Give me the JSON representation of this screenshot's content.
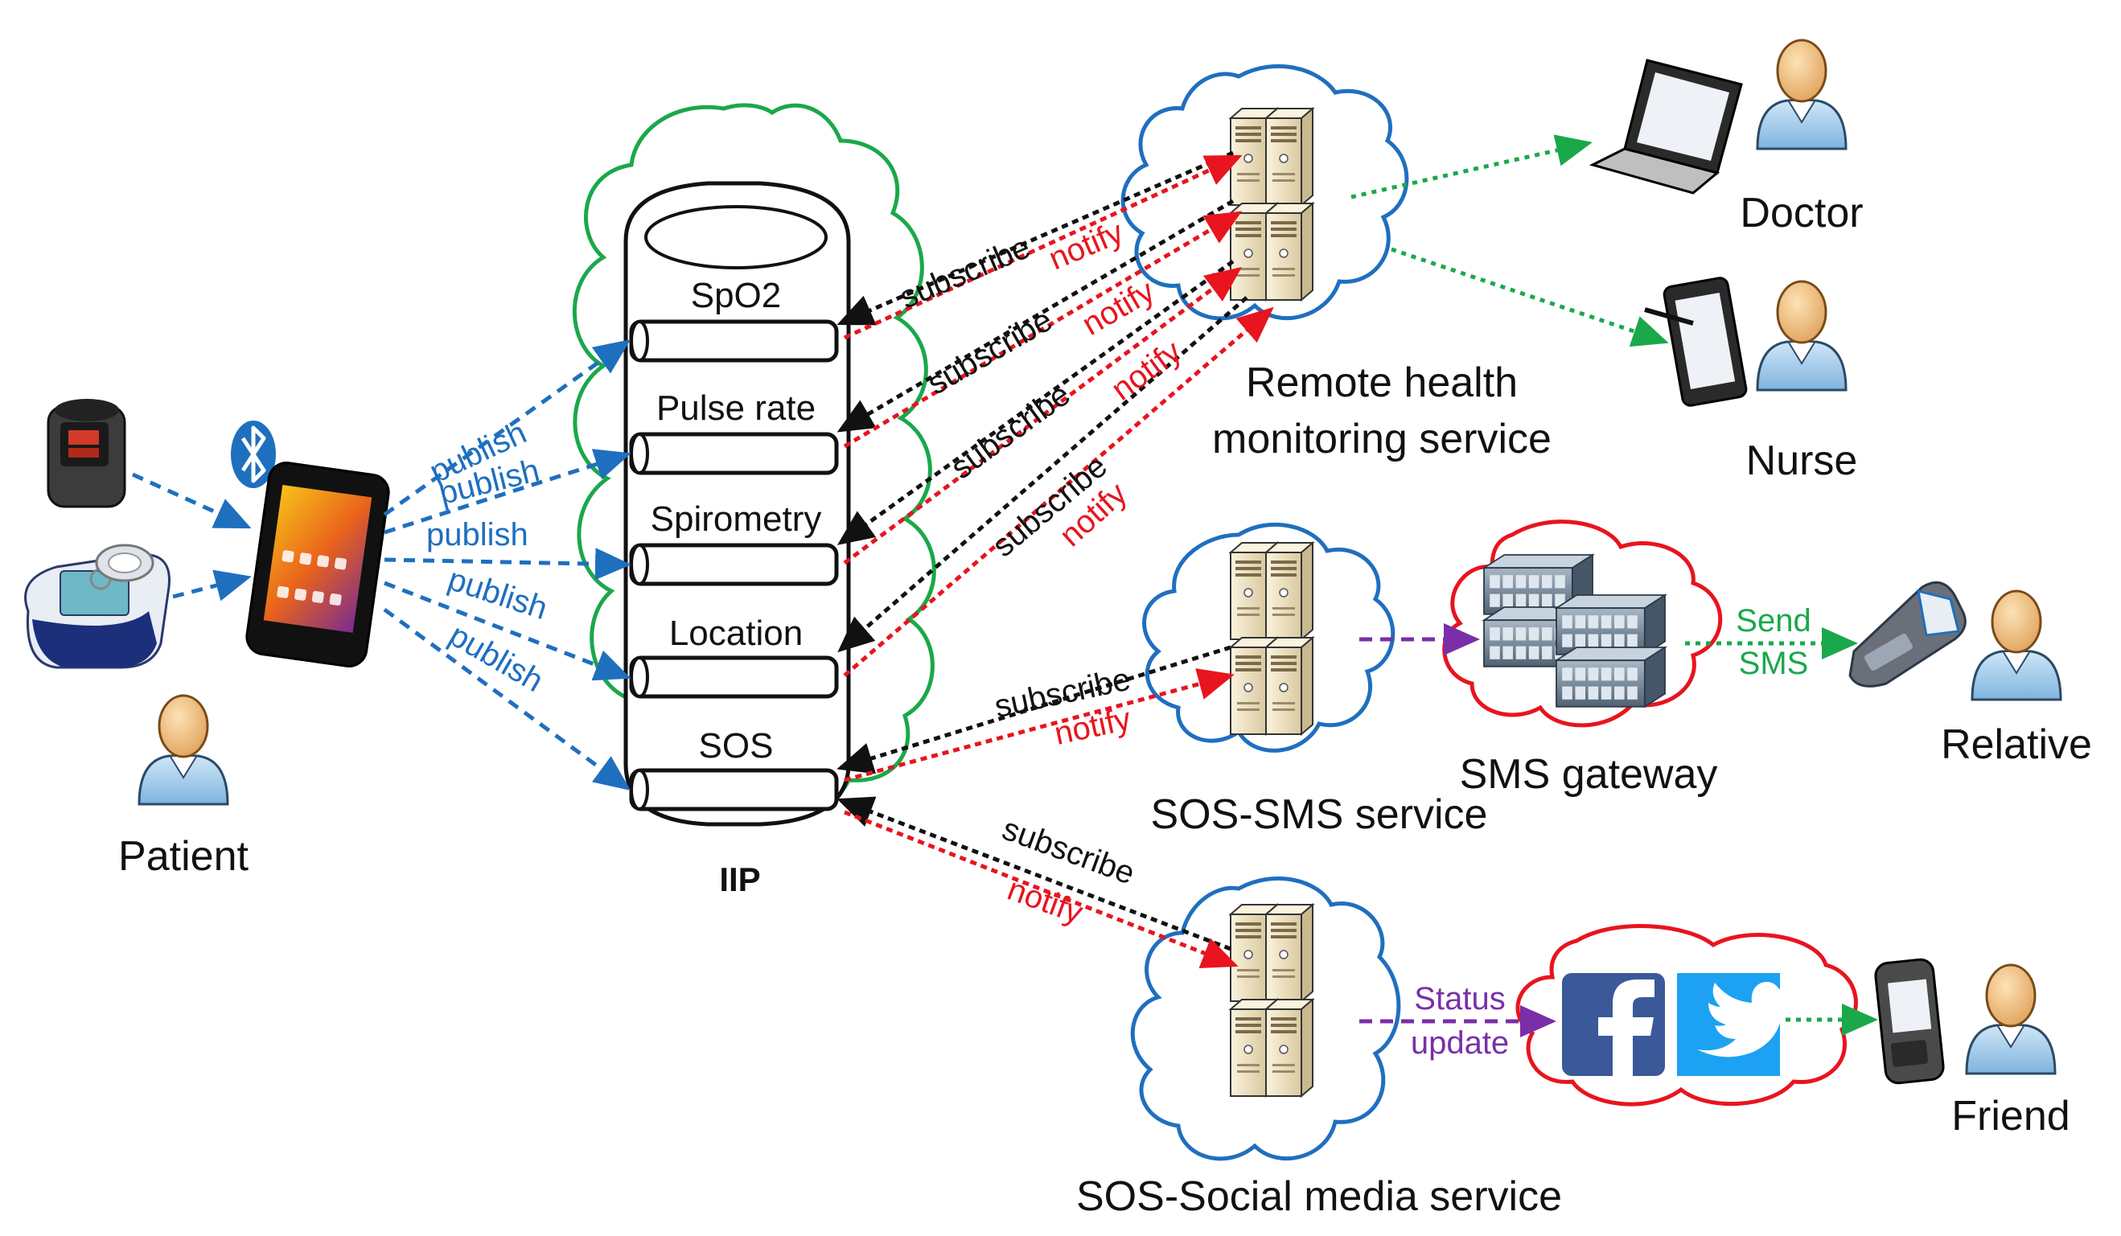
{
  "hub": {
    "topics": [
      "SpO2",
      "Pulse rate",
      "Spirometry",
      "Location",
      "SOS"
    ],
    "label": "IIP"
  },
  "edges": {
    "publish": "publish",
    "subscribe": "subscribe",
    "notify": "notify"
  },
  "actors": {
    "patient": "Patient",
    "doctor": "Doctor",
    "nurse": "Nurse",
    "relative": "Relative",
    "friend": "Friend"
  },
  "services": {
    "remote_line1": "Remote health",
    "remote_line2": "monitoring service",
    "sos_sms": "SOS-SMS service",
    "sms_gateway": "SMS gateway",
    "sos_social": "SOS-Social media service"
  },
  "flows": {
    "send_line1": "Send",
    "send_line2": "SMS",
    "status_line1": "Status",
    "status_line2": "update"
  },
  "colors": {
    "publish": "#1f6fbf",
    "subscribe": "#111111",
    "notify": "#e8141e",
    "green_cloud": "#1aa84a",
    "blue_cloud": "#1f6fbf",
    "red_cloud": "#e8141e",
    "deliver": "#1aa84a",
    "purple": "#7a2fa8"
  }
}
